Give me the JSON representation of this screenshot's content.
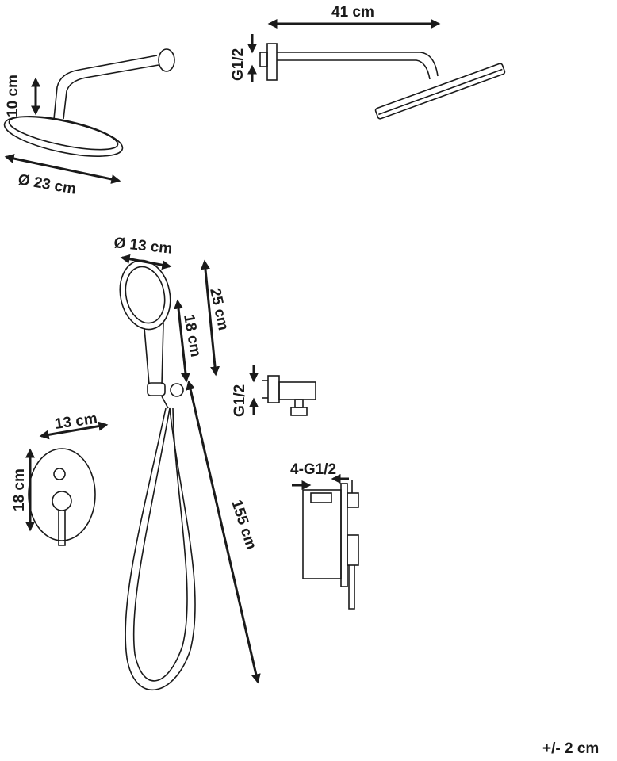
{
  "labels": {
    "overhead_width": "41 cm",
    "overhead_thread": "G1/2",
    "arm_height": "10 cm",
    "head_diameter": "Ø 23 cm",
    "hand_diameter": "Ø 13 cm",
    "hand_length": "25 cm",
    "handle_length": "18 cm",
    "hose_length": "155 cm",
    "outlet_thread": "G1/2",
    "plate_width": "13 cm",
    "plate_height": "18 cm",
    "valve_thread": "4-G1/2",
    "tolerance": "+/- 2 cm"
  },
  "colors": {
    "line": "#1a1a1a",
    "background": "#ffffff"
  }
}
